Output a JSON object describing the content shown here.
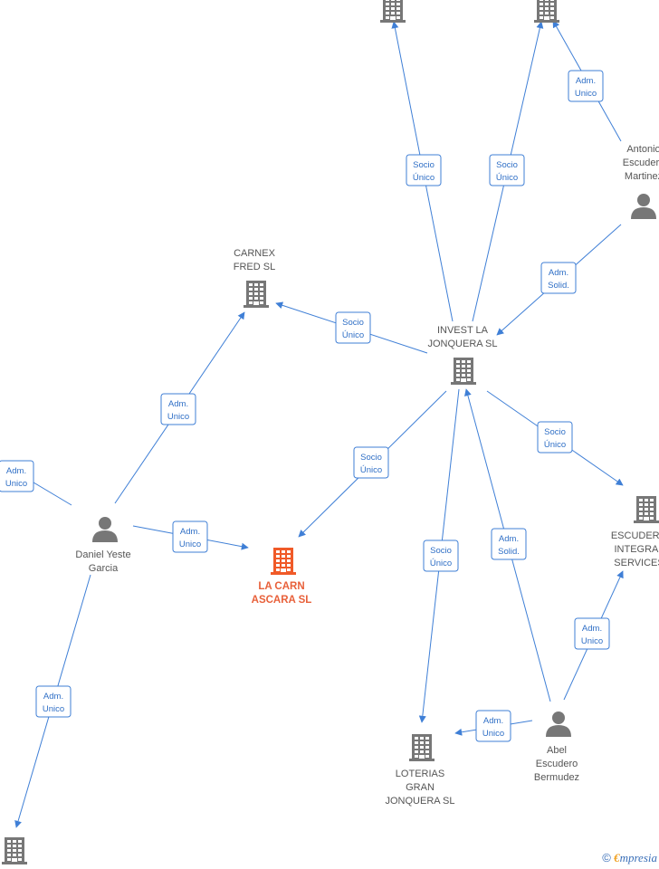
{
  "colors": {
    "edge": "#3f7fd6",
    "company": "#777777",
    "focus": "#f05a28",
    "person": "#777777"
  },
  "nodes": [
    {
      "id": "topleft",
      "kind": "company",
      "lines": []
    },
    {
      "id": "topright",
      "kind": "company",
      "lines": []
    },
    {
      "id": "antonio",
      "kind": "person",
      "lines": [
        "Antonio",
        "Escudero",
        "Martinez"
      ]
    },
    {
      "id": "carnex",
      "kind": "company",
      "lines": [
        "CARNEX",
        "FRED  SL"
      ]
    },
    {
      "id": "invest",
      "kind": "company",
      "lines": [
        "INVEST LA",
        "JONQUERA SL"
      ]
    },
    {
      "id": "daniel",
      "kind": "person",
      "lines": [
        "Daniel Yeste",
        "Garcia"
      ]
    },
    {
      "id": "lacarn",
      "kind": "focus",
      "lines": [
        "LA CARN",
        "ASCARA  SL"
      ]
    },
    {
      "id": "escudero",
      "kind": "company",
      "lines": [
        "ESCUDERO",
        "INTEGRAL",
        "SERVICES"
      ]
    },
    {
      "id": "abel",
      "kind": "person",
      "lines": [
        "Abel",
        "Escudero",
        "Bermudez"
      ]
    },
    {
      "id": "loterias",
      "kind": "company",
      "lines": [
        "LOTERIAS",
        "GRAN",
        "JONQUERA  SL"
      ]
    },
    {
      "id": "bottom",
      "kind": "company",
      "lines": []
    }
  ],
  "edges": [
    {
      "from": "invest",
      "to": "topleft",
      "label": [
        "Socio",
        "Único"
      ]
    },
    {
      "from": "invest",
      "to": "topright",
      "label": [
        "Socio",
        "Único"
      ]
    },
    {
      "from": "antonio",
      "to": "topright",
      "label": [
        "Adm.",
        "Unico"
      ]
    },
    {
      "from": "antonio",
      "to": "invest",
      "label": [
        "Adm.",
        "Solid."
      ]
    },
    {
      "from": "invest",
      "to": "carnex",
      "label": [
        "Socio",
        "Único"
      ]
    },
    {
      "from": "daniel",
      "to": "carnex",
      "label": [
        "Adm.",
        "Unico"
      ]
    },
    {
      "from": "daniel",
      "to": "offleft",
      "label": [
        "Adm.",
        "Unico"
      ]
    },
    {
      "from": "invest",
      "to": "lacarn",
      "label": [
        "Socio",
        "Único"
      ]
    },
    {
      "from": "daniel",
      "to": "lacarn",
      "label": [
        "Adm.",
        "Unico"
      ]
    },
    {
      "from": "invest",
      "to": "escudero",
      "label": [
        "Socio",
        "Único"
      ]
    },
    {
      "from": "invest",
      "to": "loterias",
      "label": [
        "Socio",
        "Único"
      ]
    },
    {
      "from": "abel",
      "to": "invest",
      "label": [
        "Adm.",
        "Solid."
      ]
    },
    {
      "from": "abel",
      "to": "escudero",
      "label": [
        "Adm.",
        "Unico"
      ]
    },
    {
      "from": "abel",
      "to": "loterias",
      "label": [
        "Adm.",
        "Unico"
      ]
    },
    {
      "from": "daniel",
      "to": "bottom",
      "label": [
        "Adm.",
        "Unico"
      ]
    }
  ],
  "brand": {
    "copyright": "©",
    "initial": "€",
    "name": "mpresia"
  }
}
